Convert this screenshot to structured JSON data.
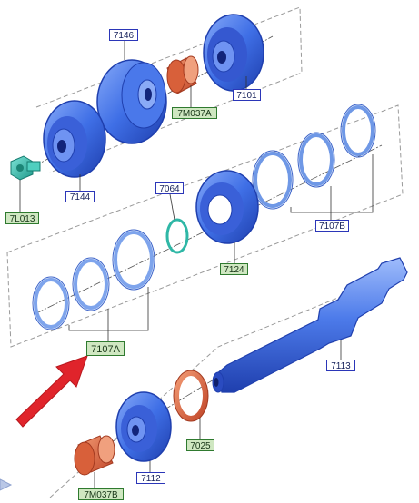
{
  "colors": {
    "part_blue": "#3f6fe6",
    "part_blue_dark": "#1f3fae",
    "part_blue_light": "#7ea4f7",
    "ring_light": "#8fb2ef",
    "orange": "#e0653e",
    "teal": "#3cc4b4",
    "arrow_red": "#e0242b",
    "label_green_bg": "#cfe7c1",
    "label_blue_border": "#2b36b8"
  },
  "labels": {
    "p7146": "7146",
    "p7101": "7101",
    "p7M037A": "7M037A",
    "p7144": "7144",
    "p7L013": "7L013",
    "p7064": "7064",
    "p7107B": "7107B",
    "p7124": "7124",
    "p7107A": "7107A",
    "p7113": "7113",
    "p7025": "7025",
    "p7112": "7112",
    "p7M037B": "7M037B"
  }
}
